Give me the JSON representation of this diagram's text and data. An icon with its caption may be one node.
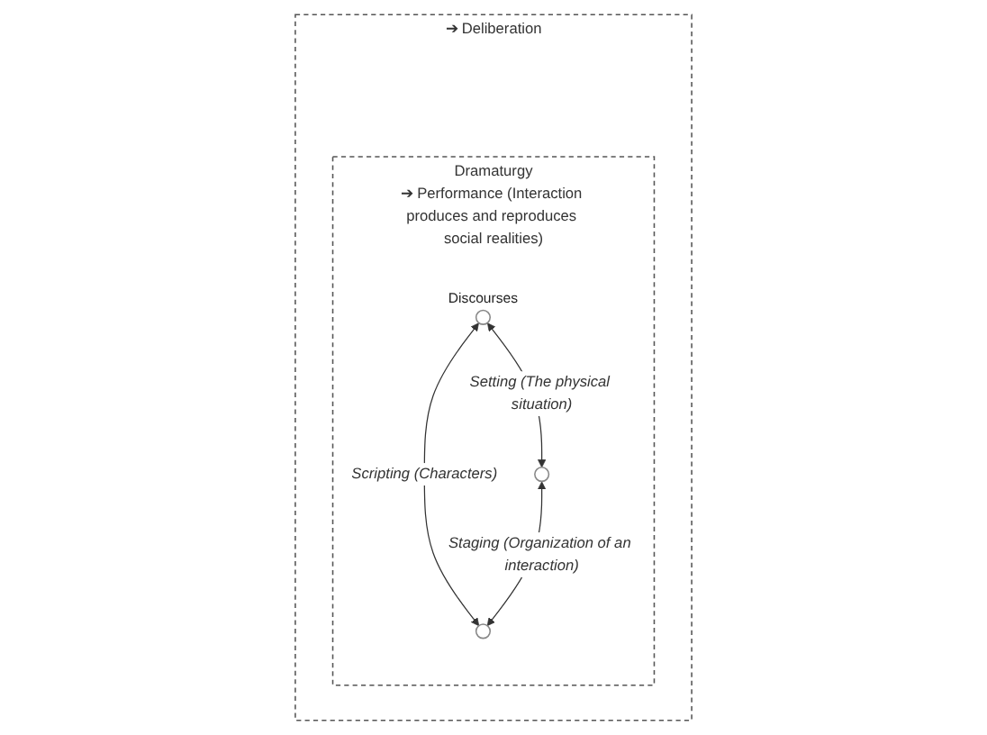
{
  "diagram": {
    "nodes": [
      {
        "text": [
          "➔ Deliberation"
        ]
      },
      {
        "text": [
          "Dramaturgy",
          "➔ Performance (Interaction produces and reproduces social realities)"
        ],
        "in": 0
      },
      {
        "text": [],
        "shape": "circle",
        "in": 1,
        "beside": [
          "Discourses"
        ]
      },
      {
        "text": [],
        "shape": "circle",
        "in": 1
      },
      {
        "text": [],
        "shape": "circle",
        "in": 1
      }
    ],
    "edges": [
      {
        "from": 2,
        "to": 3,
        "arrow": "both",
        "label": "Setting (The physical situation)"
      },
      {
        "from": 2,
        "to": 4,
        "arrow": "both",
        "label": "Scripting (Characters)"
      },
      {
        "from": 3,
        "to": 4,
        "arrow": "both",
        "label": "Staging (Organization of an interaction)"
      }
    ]
  }
}
